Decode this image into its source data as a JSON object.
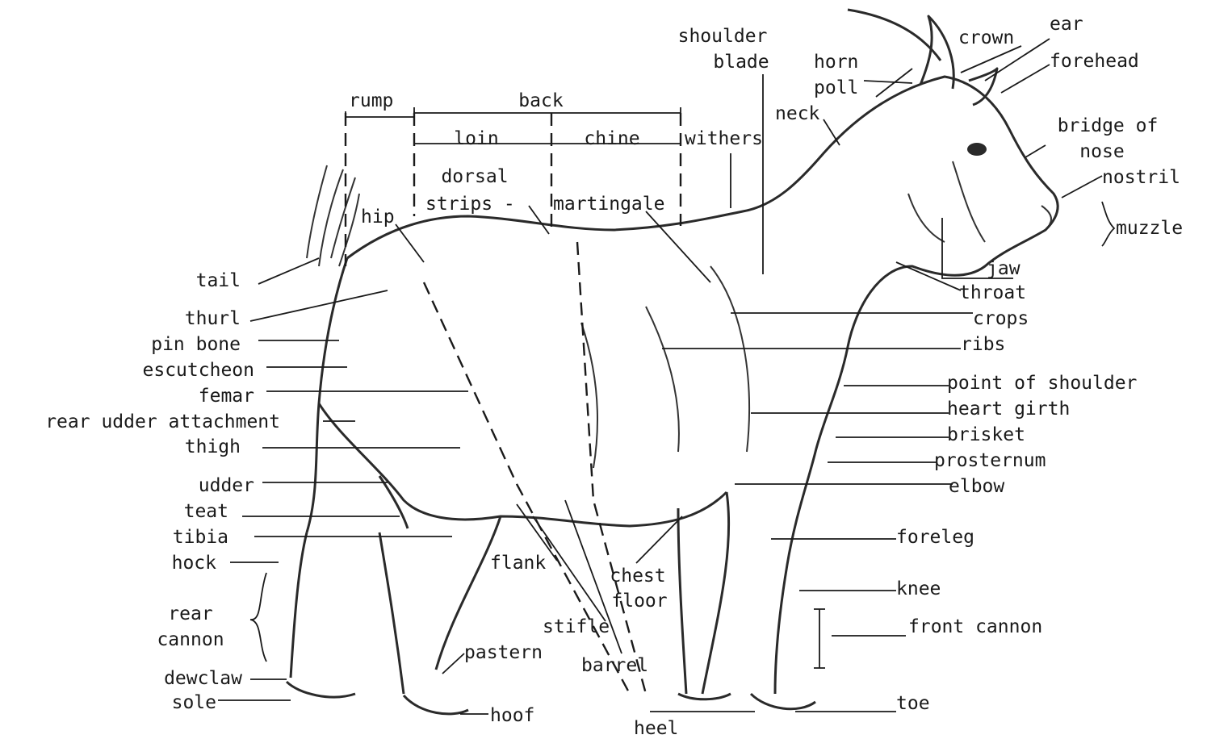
{
  "labels": {
    "shoulder_blade": [
      "shoulder",
      "blade"
    ],
    "horn": "horn",
    "crown": "crown",
    "ear": "ear",
    "forehead": "forehead",
    "poll": "poll",
    "neck": "neck",
    "bridge_of_nose": [
      "bridge of",
      "nose"
    ],
    "nostril": "nostril",
    "muzzle": "muzzle",
    "jaw": "jaw",
    "throat": "throat",
    "crops": "crops",
    "ribs": "ribs",
    "point_of_shoulder": "point of shoulder",
    "heart_girth": "heart girth",
    "brisket": "brisket",
    "prosternum": "prosternum",
    "elbow": "elbow",
    "foreleg": "foreleg",
    "knee": "knee",
    "front_cannon": "front cannon",
    "toe": "toe",
    "heel": "heel",
    "rump": "rump",
    "back": "back",
    "loin": "loin",
    "chine": "chine",
    "withers": "withers",
    "dorsal_strips": [
      "dorsal",
      "strips -"
    ],
    "martingale": "martingale",
    "hip": "hip",
    "tail": "tail",
    "thurl": "thurl",
    "pin_bone": "pin bone",
    "escutcheon": "escutcheon",
    "femar": "femar",
    "rear_udder_attachment": "rear udder attachment",
    "thigh": "thigh",
    "udder": "udder",
    "teat": "teat",
    "tibia": "tibia",
    "hock": "hock",
    "rear_cannon": [
      "rear",
      "cannon"
    ],
    "dewclaw": "dewclaw",
    "sole": "sole",
    "flank": "flank",
    "chest_floor": [
      "chest",
      "floor"
    ],
    "stifle": "stifle",
    "pastern": "pastern",
    "barrel": "barrel",
    "hoof": "hoof"
  }
}
